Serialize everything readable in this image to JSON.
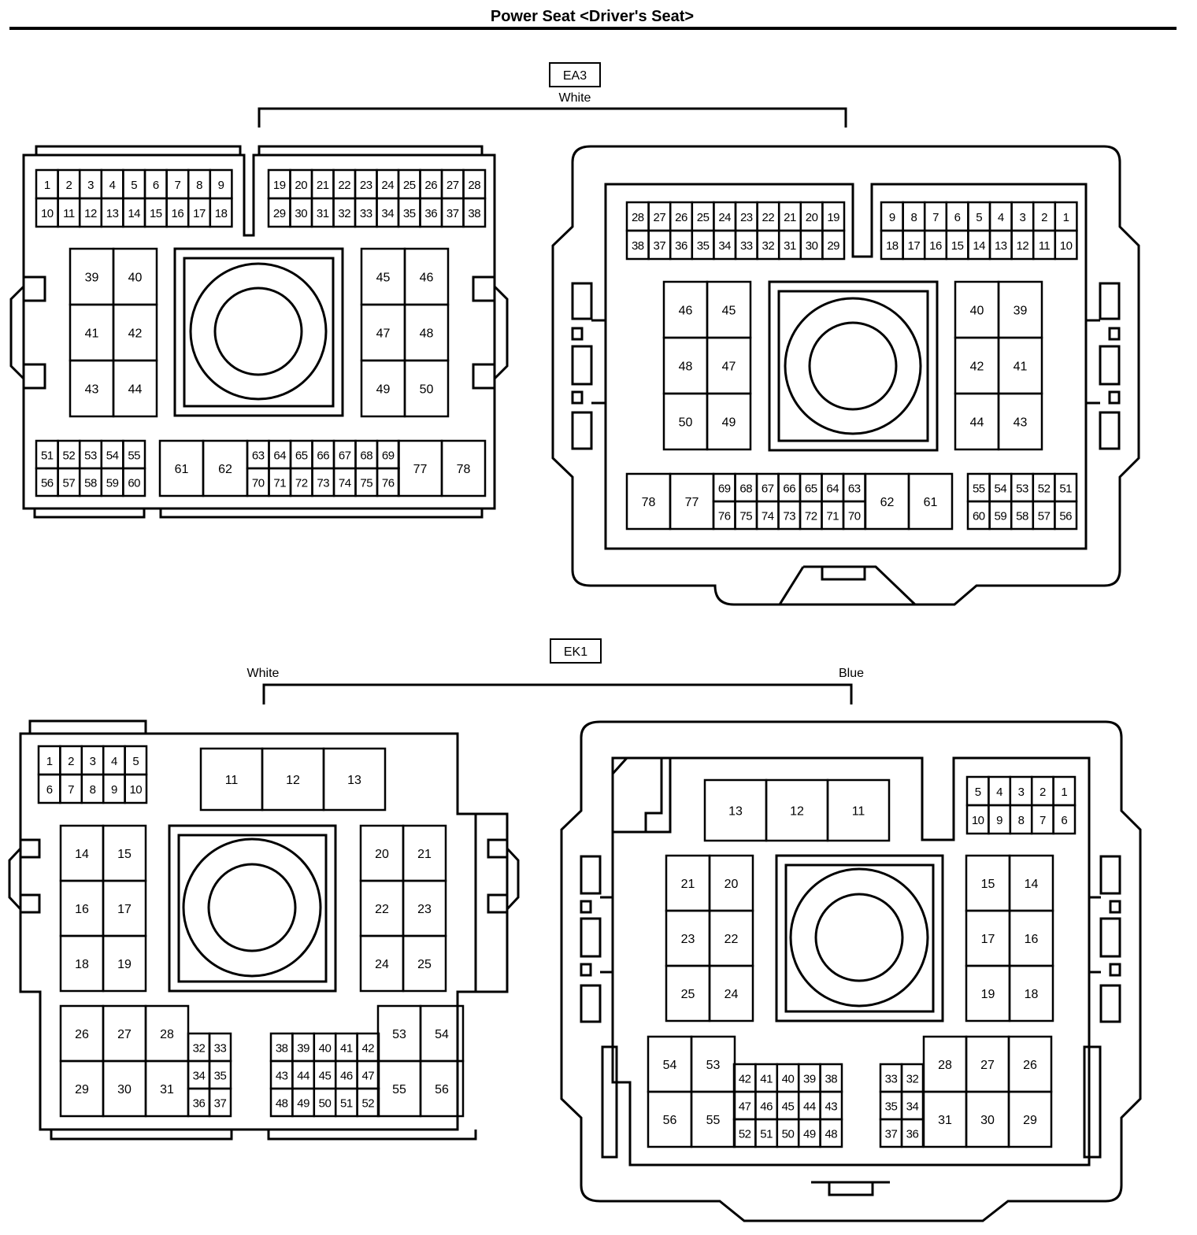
{
  "title": "Power Seat <Driver's Seat>",
  "connectors": [
    {
      "id": "EA3",
      "colors": [
        "White"
      ],
      "views": [
        {
          "name": "ea3-harness-side",
          "pins": [
            "1",
            "2",
            "3",
            "4",
            "5",
            "6",
            "7",
            "8",
            "9",
            "10",
            "11",
            "12",
            "13",
            "14",
            "15",
            "16",
            "17",
            "18",
            "19",
            "20",
            "21",
            "22",
            "23",
            "24",
            "25",
            "26",
            "27",
            "28",
            "29",
            "30",
            "31",
            "32",
            "33",
            "34",
            "35",
            "36",
            "37",
            "38",
            "39",
            "40",
            "41",
            "42",
            "43",
            "44",
            "45",
            "46",
            "47",
            "48",
            "49",
            "50",
            "51",
            "52",
            "53",
            "54",
            "55",
            "56",
            "57",
            "58",
            "59",
            "60",
            "61",
            "62",
            "63",
            "64",
            "65",
            "66",
            "67",
            "68",
            "69",
            "70",
            "71",
            "72",
            "73",
            "74",
            "75",
            "76",
            "77",
            "78"
          ]
        },
        {
          "name": "ea3-component-side",
          "pins": [
            "28",
            "27",
            "26",
            "25",
            "24",
            "23",
            "22",
            "21",
            "20",
            "19",
            "38",
            "37",
            "36",
            "35",
            "34",
            "33",
            "32",
            "31",
            "30",
            "29",
            "9",
            "8",
            "7",
            "6",
            "5",
            "4",
            "3",
            "2",
            "1",
            "18",
            "17",
            "16",
            "15",
            "14",
            "13",
            "12",
            "11",
            "10",
            "46",
            "45",
            "48",
            "47",
            "50",
            "49",
            "40",
            "39",
            "42",
            "41",
            "44",
            "43",
            "78",
            "77",
            "69",
            "68",
            "67",
            "66",
            "65",
            "64",
            "63",
            "76",
            "75",
            "74",
            "73",
            "72",
            "71",
            "70",
            "62",
            "61",
            "55",
            "54",
            "53",
            "52",
            "51",
            "60",
            "59",
            "58",
            "57",
            "56"
          ]
        }
      ]
    },
    {
      "id": "EK1",
      "colors": [
        "White",
        "Blue"
      ],
      "views": [
        {
          "name": "ek1-white-side",
          "pins": [
            "1",
            "2",
            "3",
            "4",
            "5",
            "6",
            "7",
            "8",
            "9",
            "10",
            "11",
            "12",
            "13",
            "14",
            "15",
            "16",
            "17",
            "18",
            "19",
            "20",
            "21",
            "22",
            "23",
            "24",
            "25",
            "26",
            "27",
            "28",
            "29",
            "30",
            "31",
            "32",
            "33",
            "34",
            "35",
            "36",
            "37",
            "38",
            "39",
            "40",
            "41",
            "42",
            "43",
            "44",
            "45",
            "46",
            "47",
            "48",
            "49",
            "50",
            "51",
            "52",
            "53",
            "54",
            "55",
            "56"
          ]
        },
        {
          "name": "ek1-blue-side",
          "pins": [
            "5",
            "4",
            "3",
            "2",
            "1",
            "10",
            "9",
            "8",
            "7",
            "6",
            "13",
            "12",
            "11",
            "21",
            "20",
            "23",
            "22",
            "25",
            "24",
            "15",
            "14",
            "17",
            "16",
            "19",
            "18",
            "54",
            "53",
            "56",
            "55",
            "42",
            "41",
            "40",
            "39",
            "38",
            "47",
            "46",
            "45",
            "44",
            "43",
            "52",
            "51",
            "50",
            "49",
            "48",
            "33",
            "32",
            "35",
            "34",
            "37",
            "36",
            "28",
            "27",
            "26",
            "31",
            "30",
            "29"
          ]
        }
      ]
    }
  ]
}
